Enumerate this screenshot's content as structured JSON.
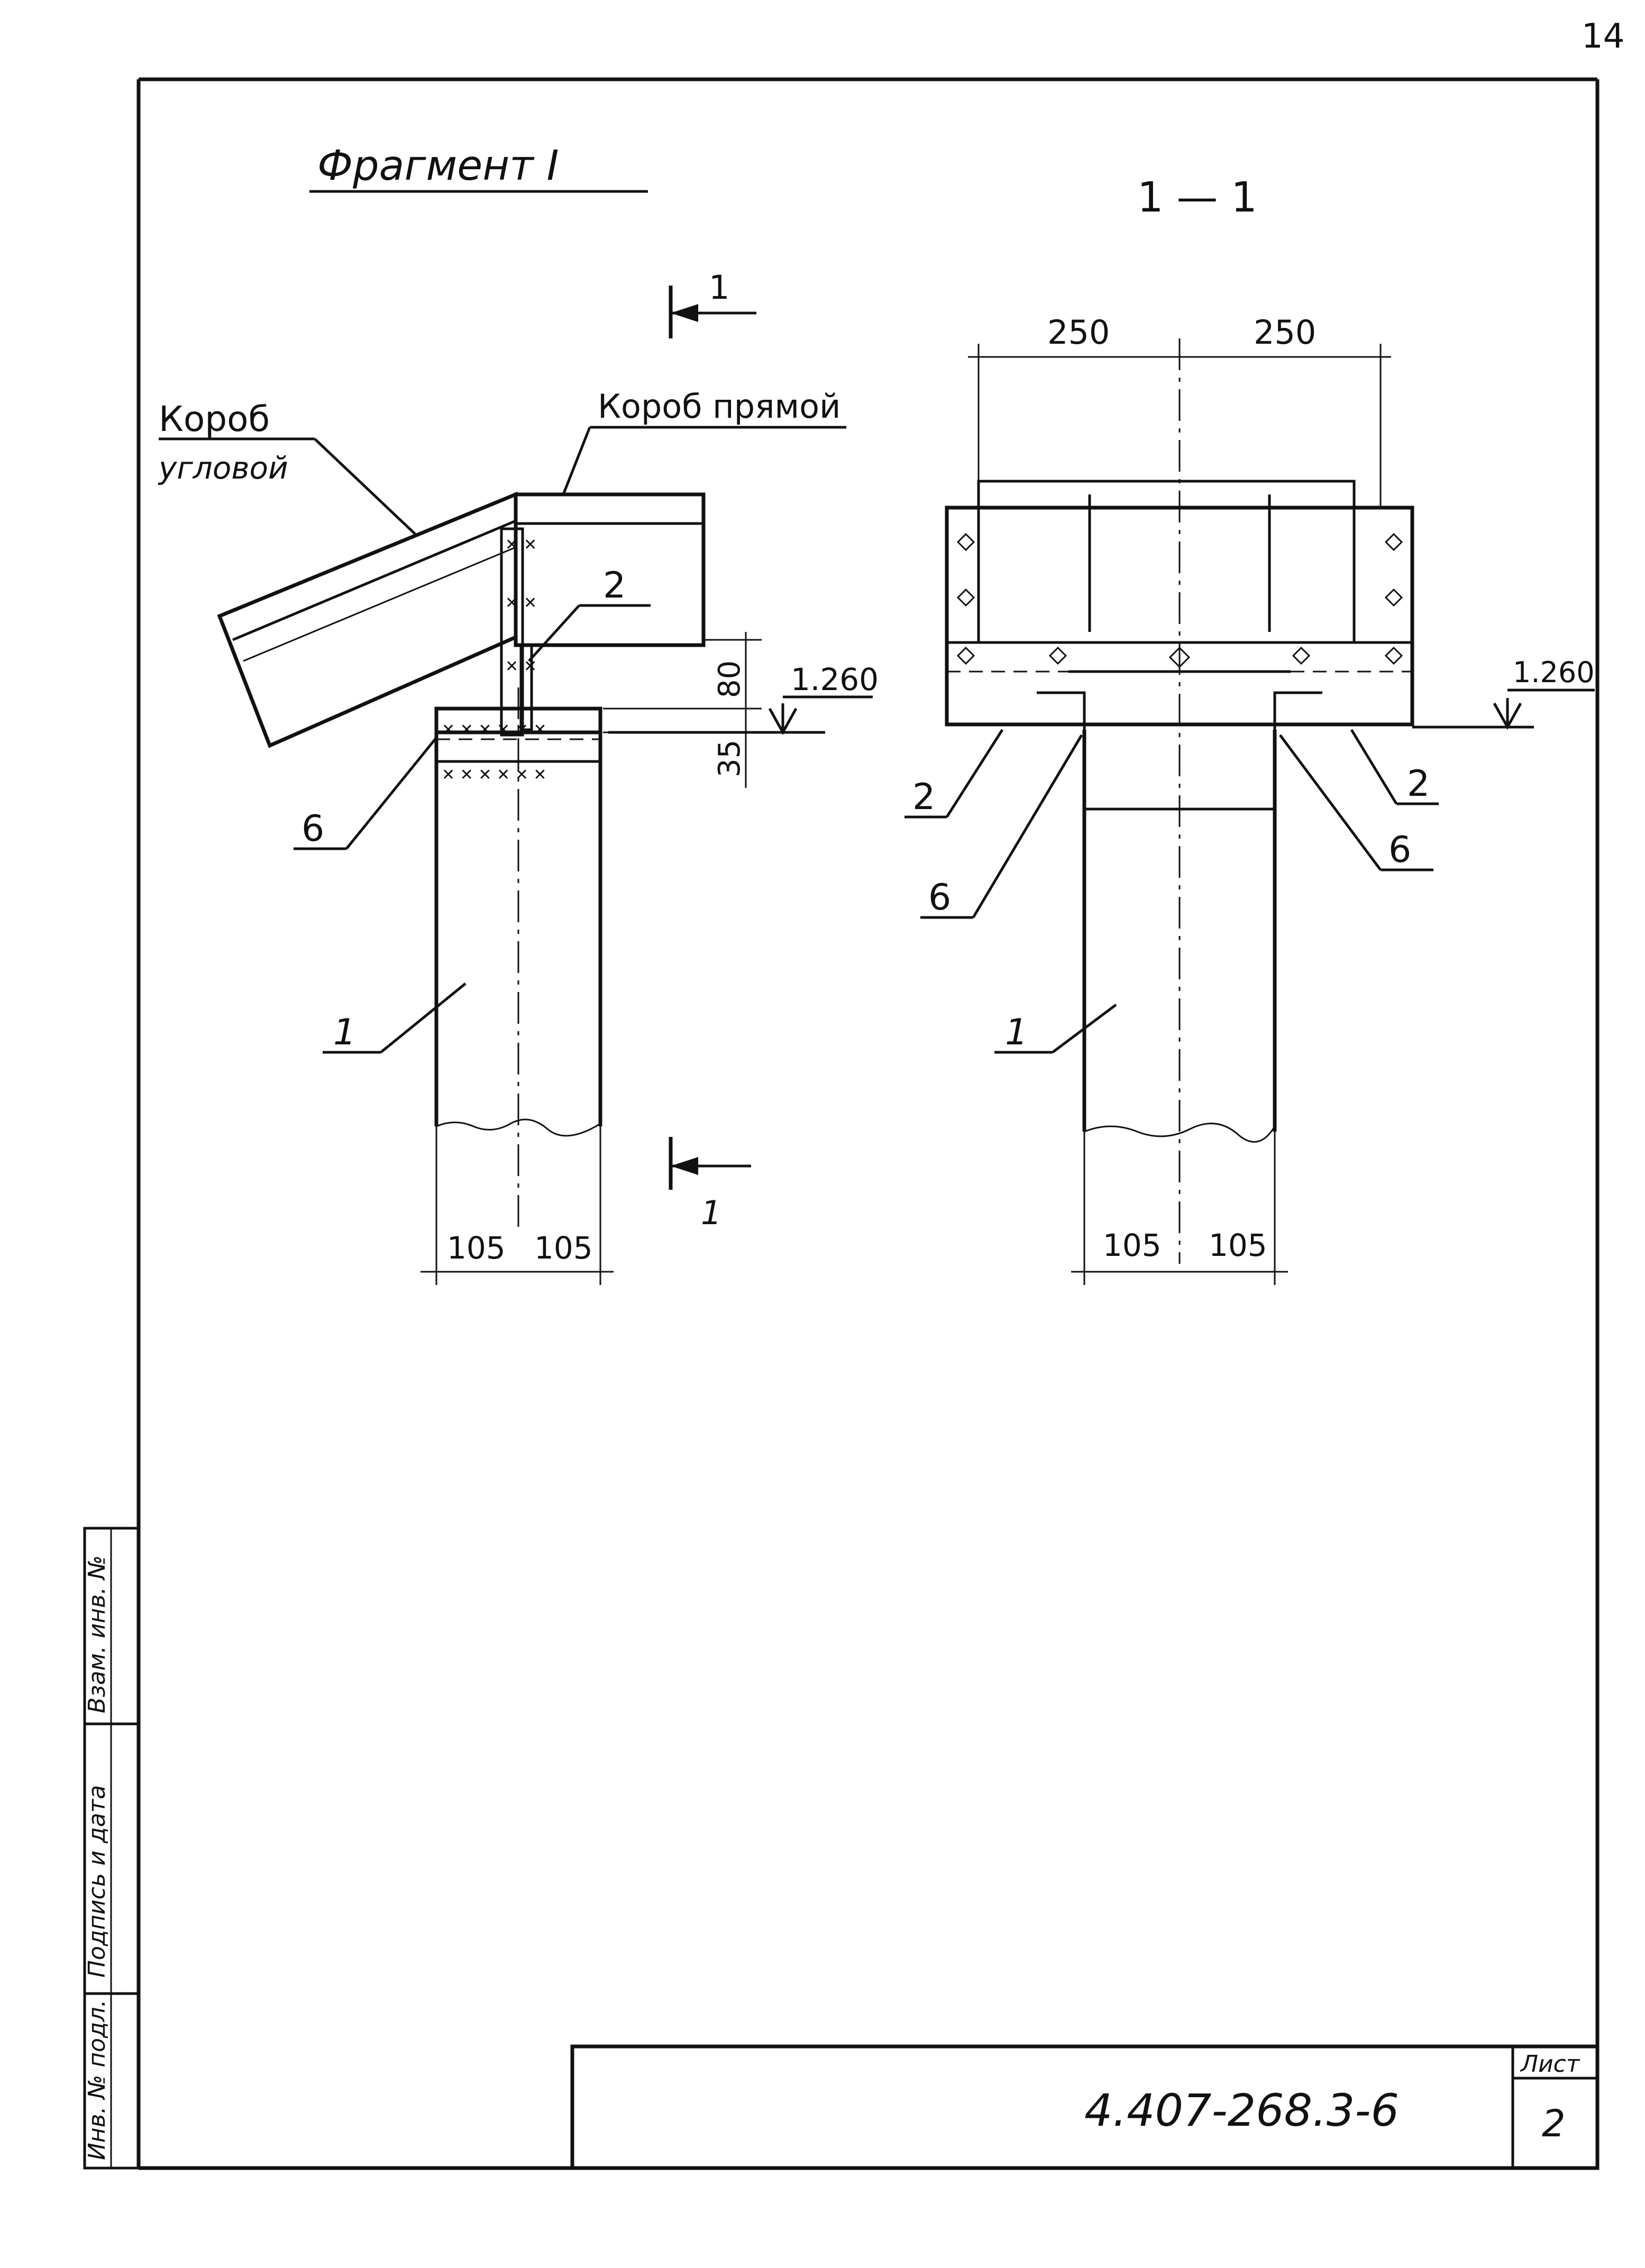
{
  "page_number": "14",
  "title": "Фрагмент I",
  "section_title": "1 — 1",
  "section_marks": {
    "top_label": "1",
    "bottom_label": "1"
  },
  "left_view": {
    "label_corner_box_line1": "Короб",
    "label_corner_box_line2": "угловой",
    "label_straight_box": "Короб прямой",
    "callout_2": "2",
    "callout_6": "6",
    "callout_1": "1",
    "dim_80": "80",
    "dim_35": "35",
    "elevation": "1.260",
    "dim_left_105": "105",
    "dim_right_105": "105"
  },
  "right_view": {
    "dim_top_left_250": "250",
    "dim_top_right_250": "250",
    "elevation": "1.260",
    "callout_2_left": "2",
    "callout_2_right": "2",
    "callout_6_left": "6",
    "callout_6_right": "6",
    "callout_1": "1",
    "dim_left_105": "105",
    "dim_right_105": "105"
  },
  "side_stamp": {
    "field_replacement_inv": "Взам. инв. №",
    "field_signature_date": "Подпись и дата",
    "field_original_inv": "Инв. № подл."
  },
  "title_block": {
    "document_code": "4.407-268.3-6",
    "sheet_label": "Лист",
    "sheet_number": "2"
  }
}
